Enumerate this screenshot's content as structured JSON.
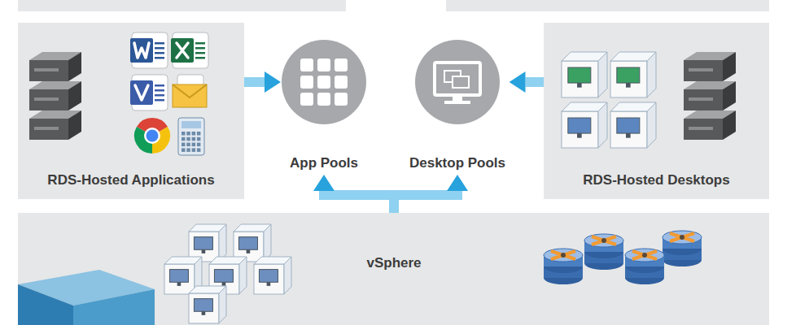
{
  "diagram": {
    "nodes": [
      {
        "text": [
          "RDS-Hosted Applications"
        ]
      },
      {
        "text": [
          "App Pools"
        ]
      },
      {
        "text": [
          "Desktop Pools"
        ]
      },
      {
        "text": [
          "RDS-Hosted Desktops"
        ]
      },
      {
        "text": [
          "vSphere"
        ]
      }
    ],
    "edges": [
      {
        "from": 0,
        "to": 1,
        "arrow": "to"
      },
      {
        "from": 3,
        "to": 2,
        "arrow": "to"
      },
      {
        "from": 4,
        "to": 1,
        "arrow": "to"
      },
      {
        "from": 4,
        "to": 2,
        "arrow": "to"
      }
    ]
  }
}
